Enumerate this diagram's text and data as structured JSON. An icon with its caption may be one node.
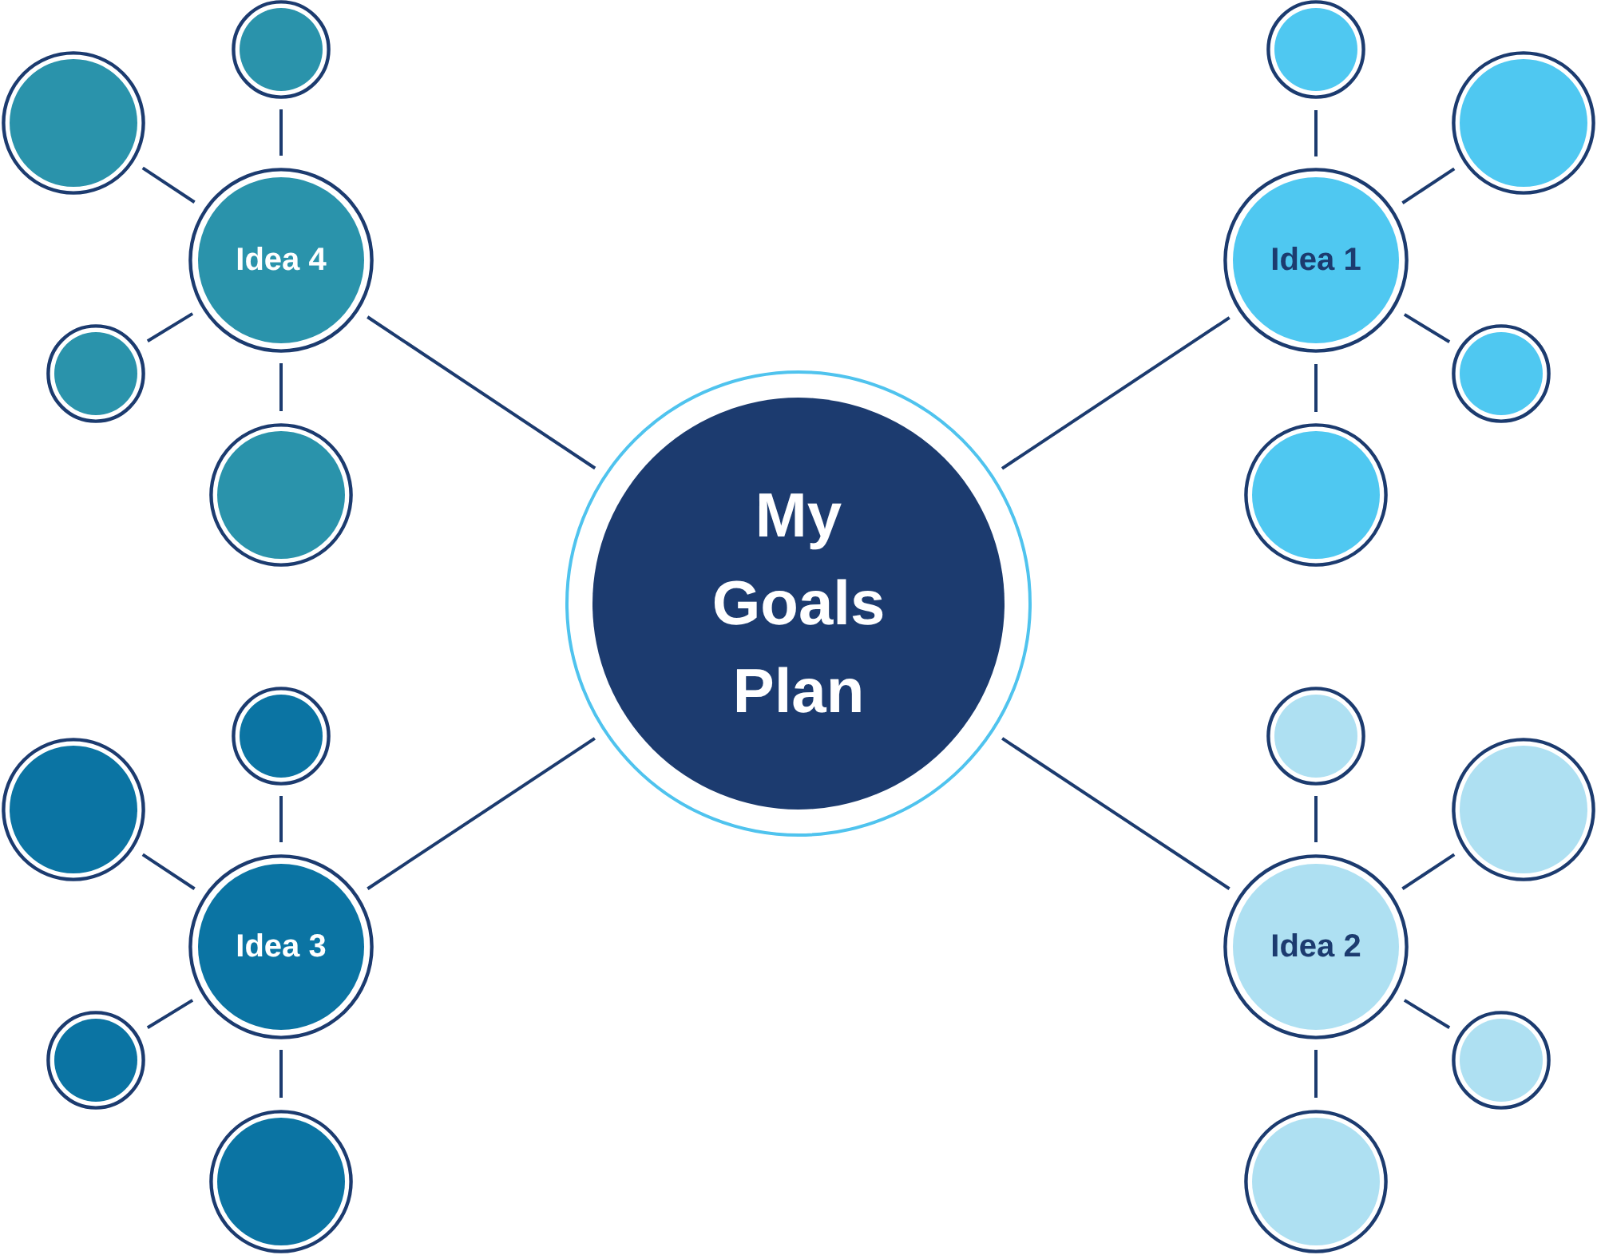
{
  "diagram": {
    "nodes": [
      {
        "text": [
          "My Goals Plan"
        ]
      },
      {
        "text": [
          "Idea 1"
        ]
      },
      {
        "text": [
          "Idea 2"
        ]
      },
      {
        "text": [
          "Idea 3"
        ]
      },
      {
        "text": [
          "Idea 4"
        ]
      },
      {
        "text": [],
        "shape": "circle"
      },
      {
        "text": [],
        "shape": "circle"
      },
      {
        "text": [],
        "shape": "circle"
      },
      {
        "text": [],
        "shape": "circle"
      },
      {
        "text": [],
        "shape": "circle"
      },
      {
        "text": [],
        "shape": "circle"
      },
      {
        "text": [],
        "shape": "circle"
      },
      {
        "text": [],
        "shape": "circle"
      },
      {
        "text": [],
        "shape": "circle"
      },
      {
        "text": [],
        "shape": "circle"
      },
      {
        "text": [],
        "shape": "circle"
      },
      {
        "text": [],
        "shape": "circle"
      },
      {
        "text": [],
        "shape": "circle"
      },
      {
        "text": [],
        "shape": "circle"
      },
      {
        "text": [],
        "shape": "circle"
      },
      {
        "text": [],
        "shape": "circle"
      }
    ],
    "edges": [
      {
        "from": 0,
        "to": 1,
        "arrow": "none"
      },
      {
        "from": 0,
        "to": 2,
        "arrow": "none"
      },
      {
        "from": 0,
        "to": 3,
        "arrow": "none"
      },
      {
        "from": 0,
        "to": 4,
        "arrow": "none"
      },
      {
        "from": 1,
        "to": 5,
        "arrow": "none"
      },
      {
        "from": 1,
        "to": 6,
        "arrow": "none"
      },
      {
        "from": 1,
        "to": 7,
        "arrow": "none"
      },
      {
        "from": 1,
        "to": 8,
        "arrow": "none"
      },
      {
        "from": 2,
        "to": 9,
        "arrow": "none"
      },
      {
        "from": 2,
        "to": 10,
        "arrow": "none"
      },
      {
        "from": 2,
        "to": 11,
        "arrow": "none"
      },
      {
        "from": 2,
        "to": 12,
        "arrow": "none"
      },
      {
        "from": 3,
        "to": 13,
        "arrow": "none"
      },
      {
        "from": 3,
        "to": 14,
        "arrow": "none"
      },
      {
        "from": 3,
        "to": 15,
        "arrow": "none"
      },
      {
        "from": 3,
        "to": 16,
        "arrow": "none"
      },
      {
        "from": 4,
        "to": 17,
        "arrow": "none"
      },
      {
        "from": 4,
        "to": 18,
        "arrow": "none"
      },
      {
        "from": 4,
        "to": 19,
        "arrow": "none"
      },
      {
        "from": 4,
        "to": 20,
        "arrow": "none"
      }
    ]
  }
}
